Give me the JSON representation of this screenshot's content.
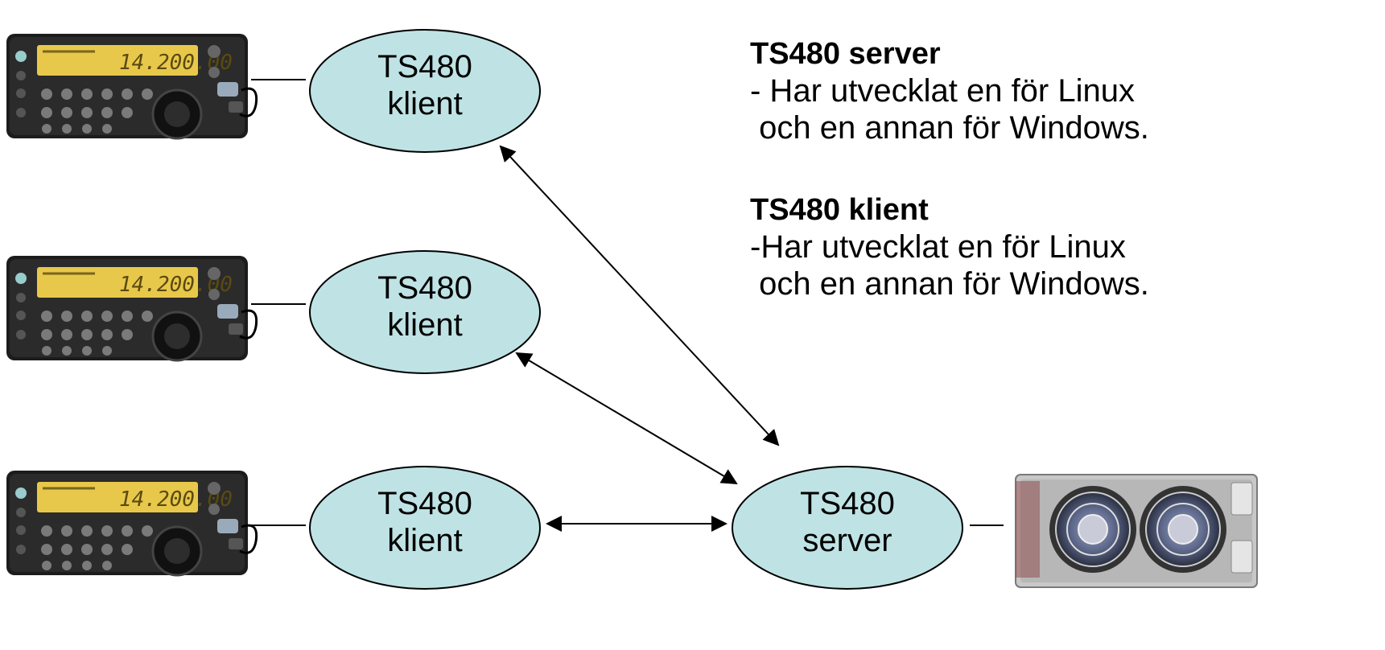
{
  "nodes": {
    "client_top": {
      "line1": "TS480",
      "line2": "klient"
    },
    "client_mid": {
      "line1": "TS480",
      "line2": "klient"
    },
    "client_bot": {
      "line1": "TS480",
      "line2": "klient"
    },
    "server": {
      "line1": "TS480",
      "line2": "server"
    }
  },
  "notes": {
    "server_heading": "TS480 server",
    "server_line1": "- Har utvecklat en för Linux",
    "server_line2": " och en annan för Windows.",
    "client_heading": "TS480 klient",
    "client_line1": "-Har utvecklat en för Linux",
    "client_line2": " och en annan för Windows."
  },
  "colors": {
    "ellipse_fill": "#bfe3e4",
    "stroke": "#000000",
    "radio_display": "#e8c84a"
  },
  "icons": {
    "radio": "ts480-transceiver-icon",
    "server": "server-hardware-icon"
  }
}
